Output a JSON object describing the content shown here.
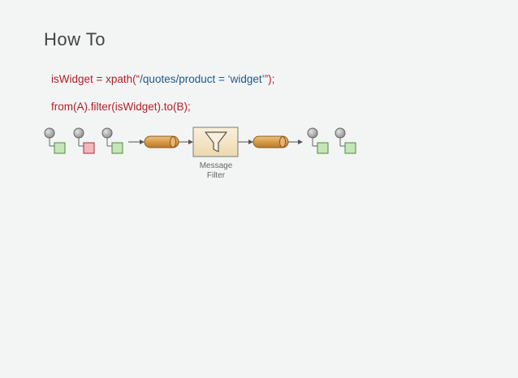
{
  "slide": {
    "title": "How To",
    "code": {
      "line1": [
        {
          "text": "isWidget = xpath(“",
          "color": "red"
        },
        {
          "text": "/quotes/product = ‘widget’",
          "color": "blue"
        },
        {
          "text": "”);",
          "color": "red"
        }
      ],
      "line2": "from(A).filter(isWidget).to(B);"
    },
    "diagram": {
      "filter_label_line1": "Message",
      "filter_label_line2": "Filter",
      "input_messages": [
        "green",
        "red",
        "green"
      ],
      "output_messages": [
        "green",
        "green"
      ],
      "colors": {
        "message_body_green": "#c5e6b8",
        "message_body_red": "#f4b6bd",
        "message_head": "#a8a8a8",
        "channel": "#d9a053",
        "filter_box": "#f5e6c8"
      }
    }
  }
}
